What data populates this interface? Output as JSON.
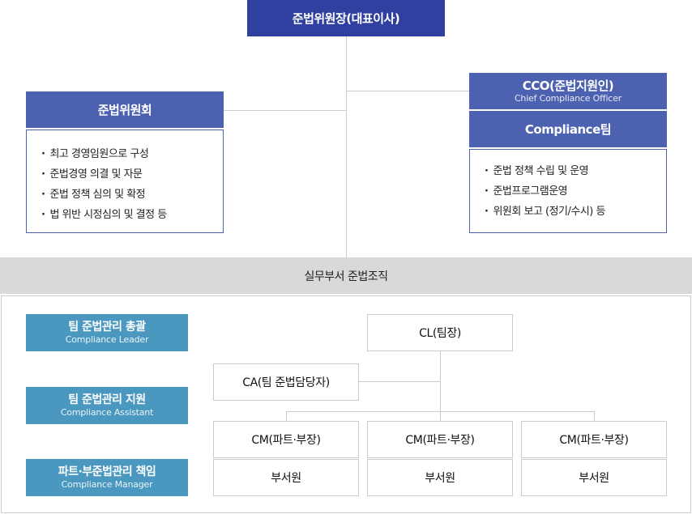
{
  "top": {
    "ceo": "준법위원장(대표이사)",
    "committee": {
      "title": "준법위원회",
      "items": [
        "최고 경영임원으로 구성",
        "준법경영 의결 및 자문",
        "준법 정책 심의 및 확정",
        "법 위반 시정심의 및 결정 등"
      ]
    },
    "cco": {
      "title": "CCO(준법지원인)",
      "subtitle": "Chief Compliance Officer"
    },
    "team": {
      "title": "Compliance팀",
      "items": [
        "준법 정책 수립 및 운영",
        "준법프로그램운영",
        "위원회 보고 (정기/수시) 등"
      ]
    }
  },
  "section": {
    "title": "실무부서 준법조직"
  },
  "roles": [
    {
      "title": "팀 준법관리 총괄",
      "subtitle": "Compliance Leader"
    },
    {
      "title": "팀 준법관리 지원",
      "subtitle": "Compliance Assistant"
    },
    {
      "title": "파트·부준법관리 책임",
      "subtitle": "Compliance Manager"
    }
  ],
  "org": {
    "cl": "CL(팀장)",
    "ca": "CA(팀 준법담당자)",
    "cm": [
      "CM(파트·부장)",
      "CM(파트·부장)",
      "CM(파트·부장)"
    ],
    "members": [
      "부서원",
      "부서원",
      "부서원"
    ]
  },
  "colors": {
    "ceo": "#2f40a0",
    "blue_head": "#4c62b0",
    "role_box": "#4a98bf",
    "band": "#d9d9d9",
    "line": "#cccccc"
  }
}
